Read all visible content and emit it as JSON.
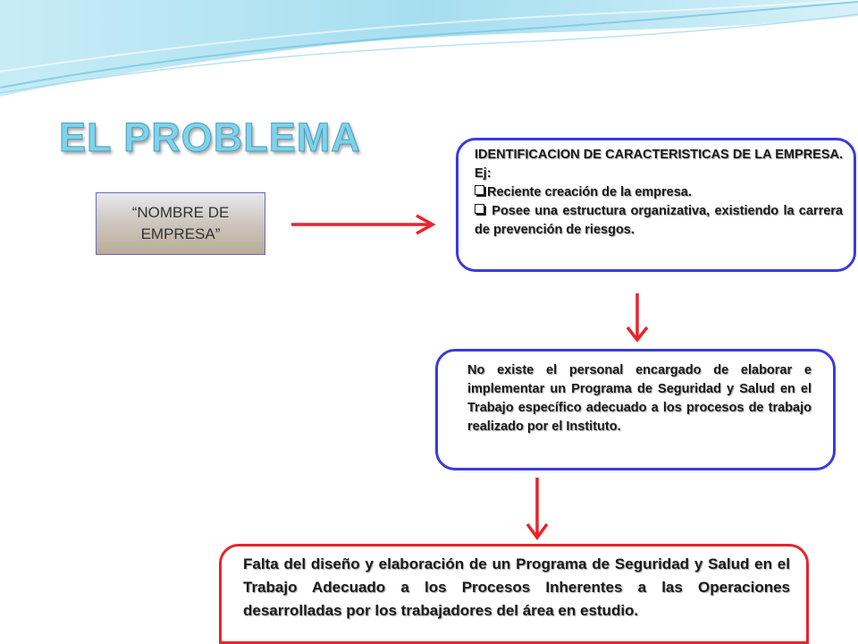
{
  "slide": {
    "title": "EL PROBLEMA",
    "company_box": {
      "text": "“NOMBRE DE EMPRESA”"
    },
    "identification_box": {
      "heading": "IDENTIFICACION DE CARACTERISTICAS DE LA EMPRESA. Ej:",
      "bullets": [
        "Reciente creación de la empresa.",
        "Posee una estructura organizativa, existiendo la carrera de prevención de riesgos."
      ]
    },
    "finding_box": {
      "text": "No existe el personal encargado de elaborar e implementar un Programa de Seguridad y Salud en el Trabajo específico adecuado a los procesos de trabajo realizado por el Instituto."
    },
    "problem_box": {
      "text": "Falta del diseño y elaboración de un Programa de Seguridad y Salud en el Trabajo Adecuado a los Procesos Inherentes a las Operaciones desarrolladas por  los trabajadores del área en estudio."
    }
  },
  "colors": {
    "title": "#7fd2ea",
    "blue_border": "#3a3ae0",
    "red_border": "#e8242c",
    "arrow": "#e8242c"
  }
}
